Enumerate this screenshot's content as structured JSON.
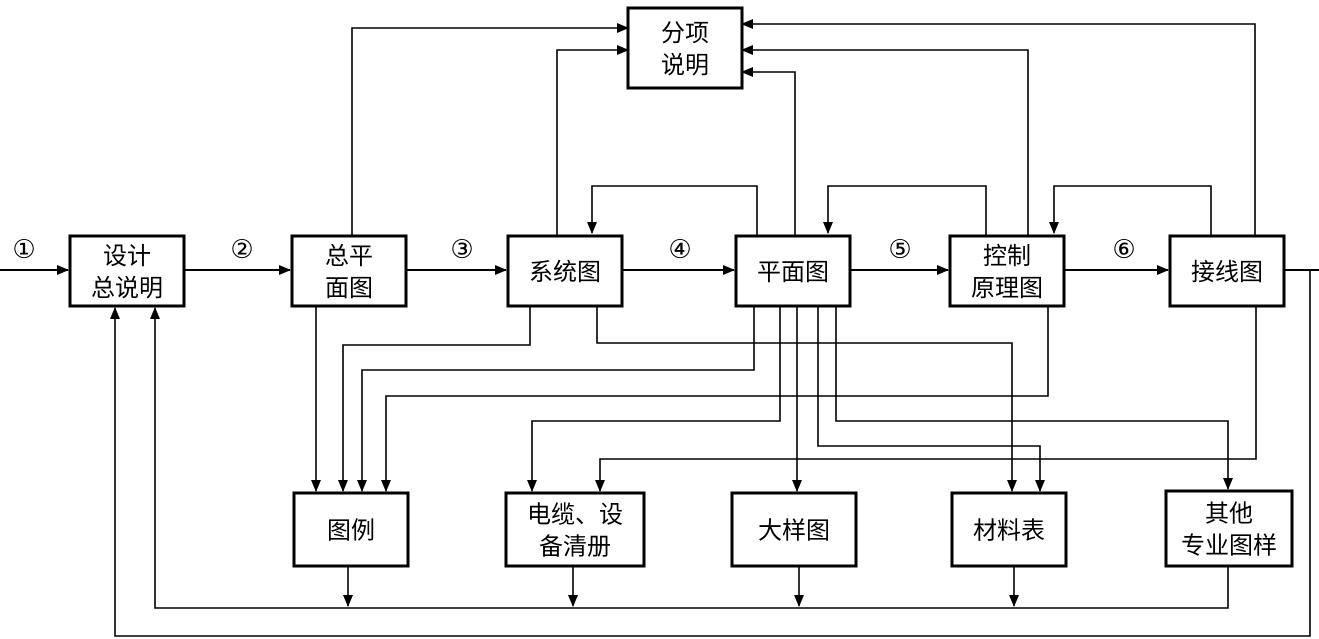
{
  "nodes": {
    "design_note": [
      "设计",
      "总说明"
    ],
    "site_plan": [
      "总平",
      "面图"
    ],
    "system": [
      "系统图"
    ],
    "plan": [
      "平面图"
    ],
    "control": [
      "控制",
      "原理图"
    ],
    "wiring": [
      "接线图"
    ],
    "item_note": [
      "分项",
      "说明"
    ],
    "legend": [
      "图例"
    ],
    "cable_list": [
      "电缆、设",
      "备清册"
    ],
    "detail": [
      "大样图"
    ],
    "material": [
      "材料表"
    ],
    "other": [
      "其他",
      "专业图样"
    ]
  },
  "steps": [
    "①",
    "②",
    "③",
    "④",
    "⑤",
    "⑥"
  ]
}
